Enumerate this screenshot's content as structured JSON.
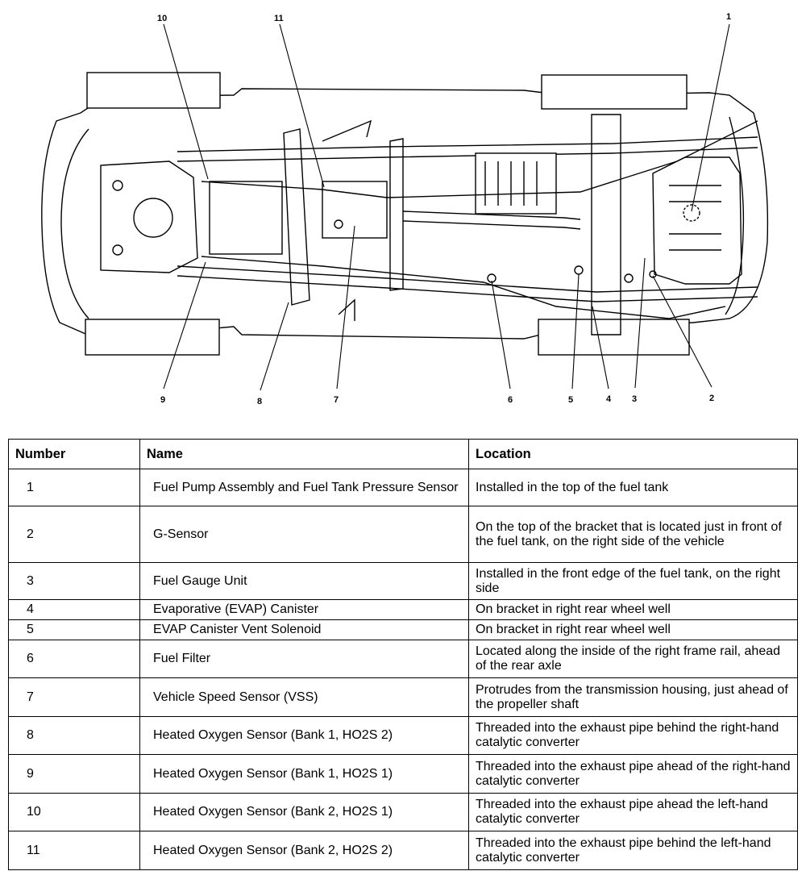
{
  "diagram": {
    "callouts": [
      "1",
      "2",
      "3",
      "4",
      "5",
      "6",
      "7",
      "8",
      "9",
      "10",
      "11"
    ]
  },
  "table": {
    "headers": [
      "Number",
      "Name",
      "Location"
    ],
    "rows": [
      {
        "number": "1",
        "name": "Fuel Pump Assembly and Fuel Tank Pressure Sensor",
        "location": "Installed in the top of the fuel tank"
      },
      {
        "number": "2",
        "name": "G-Sensor",
        "location": "On the top of the bracket that is located just in front of the fuel tank, on the right side of the vehicle"
      },
      {
        "number": "3",
        "name": "Fuel Gauge Unit",
        "location": "Installed in the front edge of the fuel tank, on the right side"
      },
      {
        "number": "4",
        "name": "Evaporative (EVAP) Canister",
        "location": "On bracket in right rear wheel well"
      },
      {
        "number": "5",
        "name": "EVAP Canister Vent Solenoid",
        "location": "On bracket in right rear wheel well"
      },
      {
        "number": "6",
        "name": "Fuel Filter",
        "location": "Located along the inside of the right frame rail, ahead of the rear axle"
      },
      {
        "number": "7",
        "name": "Vehicle Speed Sensor (VSS)",
        "location": "Protrudes from the transmission housing, just ahead of the propeller shaft"
      },
      {
        "number": "8",
        "name": "Heated Oxygen Sensor (Bank 1, HO2S 2)",
        "location": "Threaded into the exhaust pipe behind the right-hand catalytic converter"
      },
      {
        "number": "9",
        "name": "Heated Oxygen Sensor (Bank 1, HO2S 1)",
        "location": "Threaded into the exhaust pipe ahead of the right-hand catalytic converter"
      },
      {
        "number": "10",
        "name": "Heated Oxygen Sensor (Bank 2, HO2S 1)",
        "location": "Threaded into the exhaust pipe ahead the left-hand catalytic converter"
      },
      {
        "number": "11",
        "name": "Heated Oxygen Sensor (Bank 2, HO2S 2)",
        "location": "Threaded into the exhaust pipe behind the left-hand catalytic converter"
      }
    ]
  }
}
